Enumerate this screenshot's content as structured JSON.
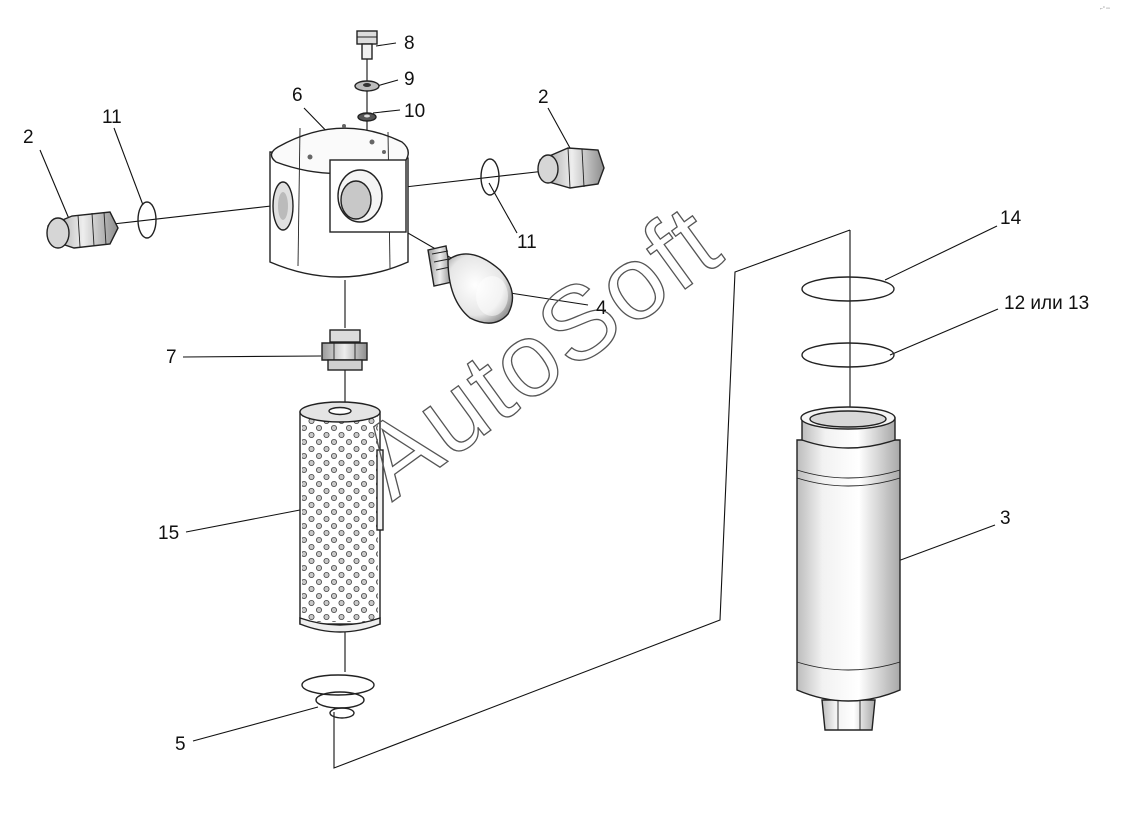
{
  "diagram": {
    "watermark": "AutoSoft",
    "corner_mark": "⌐° ⁿⁿ",
    "labels": {
      "bolt": "8",
      "washer": "9",
      "spring_washer": "10",
      "housing": "6",
      "fitting_left": "2",
      "fitting_right": "2",
      "seal_left": "11",
      "seal_right": "11",
      "valve": "4",
      "nipple": "7",
      "element": "15",
      "spring": "5",
      "ring_top": "14",
      "ring_mid": "12 или 13",
      "bowl": "3"
    }
  }
}
